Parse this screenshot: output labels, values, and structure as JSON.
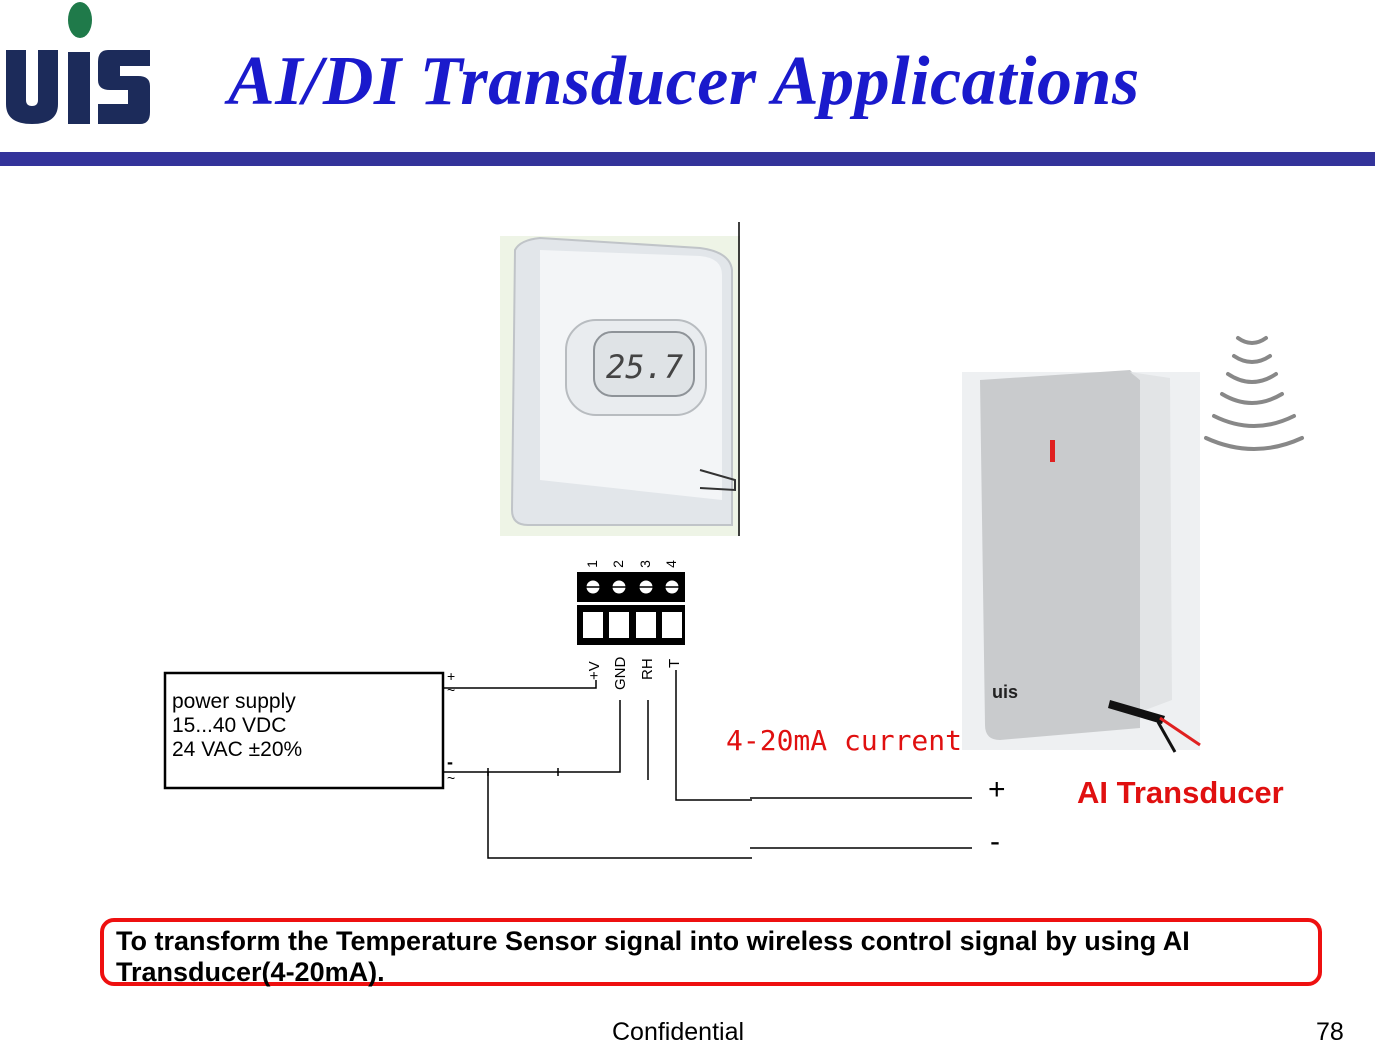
{
  "header": {
    "title": "AI/DI Transducer Applications",
    "logo_text": "UIS"
  },
  "diagram": {
    "power_supply": {
      "line1": "power supply",
      "line2": "15...40 VDC",
      "line3": "24 VAC ±20%",
      "plus": "+",
      "minus": "-",
      "tilde": "~"
    },
    "terminal_numbers": [
      "1",
      "2",
      "3",
      "4"
    ],
    "terminal_labels": [
      "+V",
      "GND",
      "RH",
      "T"
    ],
    "sensor_display": "25.7",
    "current_label": "4-20mA current",
    "plus_label": "+",
    "minus_label": "-",
    "transducer_label": "AI Transducer",
    "transducer_logo": "uis"
  },
  "caption": {
    "text": "To transform the Temperature Sensor signal into wireless control signal by using AI Transducer(4-20mA)."
  },
  "footer": {
    "confidential": "Confidential",
    "page_number": "78"
  },
  "colors": {
    "title": "#1a1acc",
    "rule": "#33339a",
    "accent_red": "#e01010",
    "logo_blue": "#1c2b5a",
    "logo_green": "#1f7a4a"
  }
}
